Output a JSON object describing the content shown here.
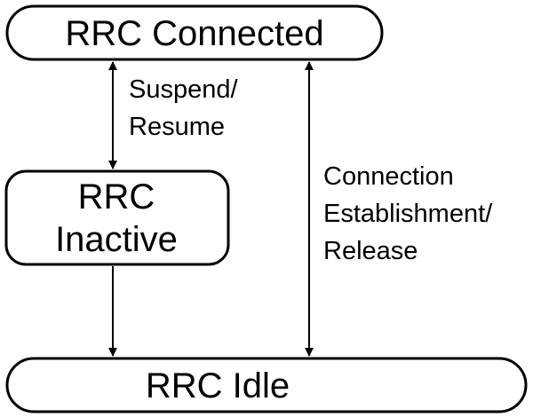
{
  "states": {
    "connected": "RRC Connected",
    "inactive_line1": "RRC",
    "inactive_line2": "Inactive",
    "idle": "RRC Idle"
  },
  "transitions": {
    "suspend_resume_line1": "Suspend/",
    "suspend_resume_line2": "Resume",
    "conn_line1": "Connection",
    "conn_line2": "Establishment/",
    "conn_line3": "Release"
  }
}
